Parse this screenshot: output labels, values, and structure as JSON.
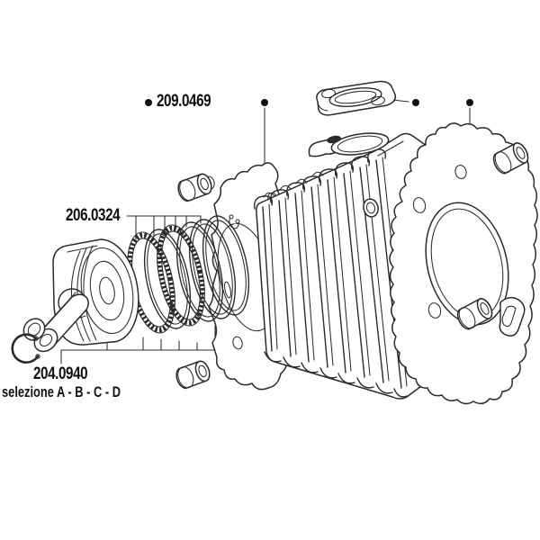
{
  "colors": {
    "line": "#2b2b2b",
    "text": "#101010",
    "bg": "#ffffff"
  },
  "labels": {
    "gasket_set": "209.0469",
    "piston_rings": "206.0324",
    "piston": "204.0940",
    "piston_selection": "selezione A - B - C - D"
  }
}
